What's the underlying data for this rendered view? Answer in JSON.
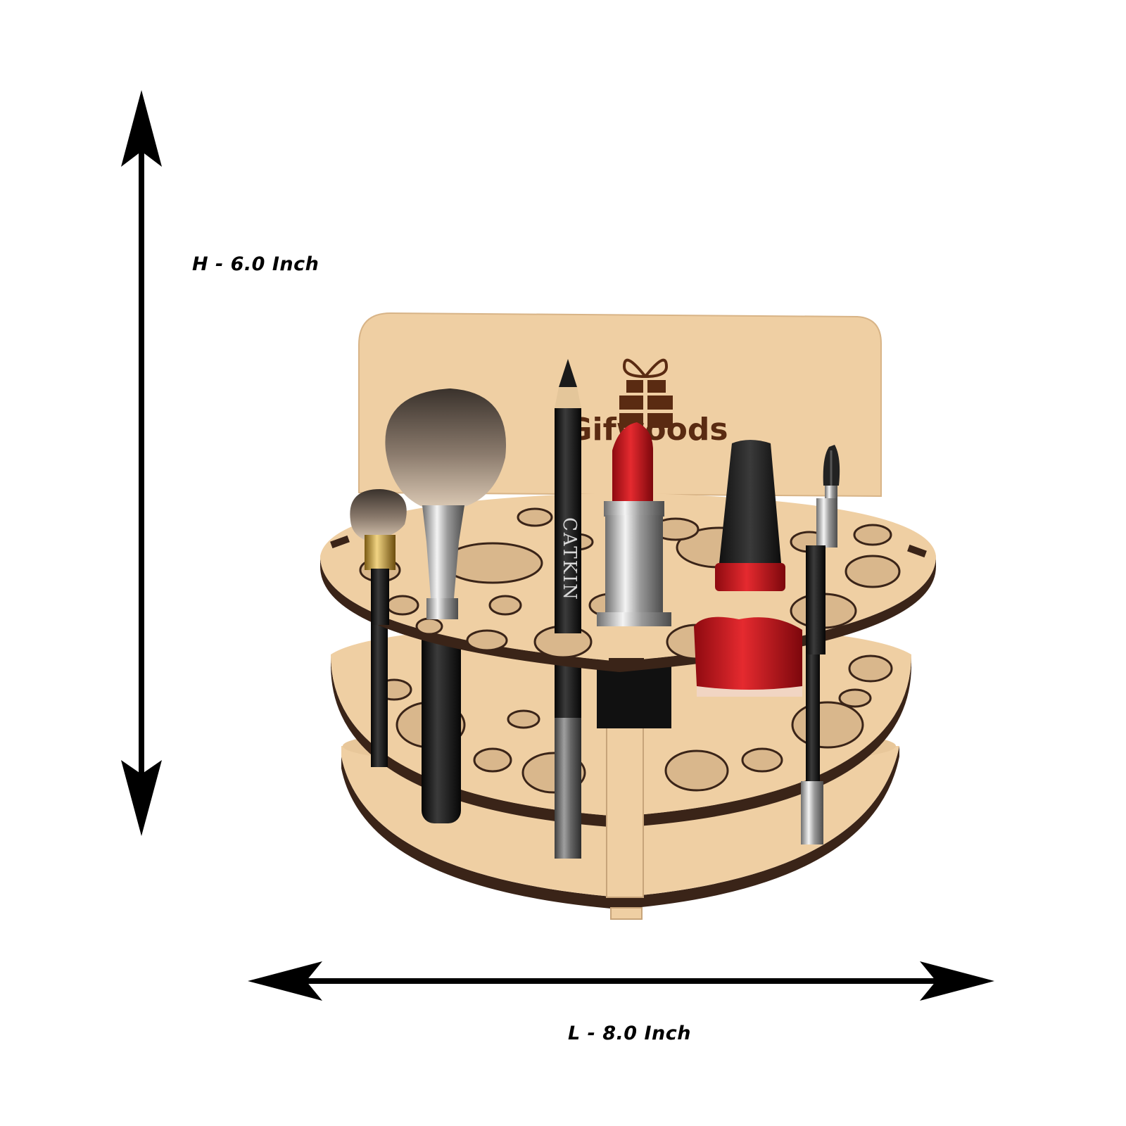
{
  "dimensions": {
    "height_label": "H - 6.0 Inch",
    "length_label": "L - 8.0 Inch"
  },
  "product": {
    "brand_logo_text": "Gifwoods",
    "pencil_imprint": "CATKIN",
    "items": [
      "small-brush",
      "large-brush",
      "eye-pencil",
      "lipstick",
      "nail-polish",
      "eyebrow-brush"
    ]
  },
  "colors": {
    "wood": "#efcfa3",
    "wood_edge": "#3a2418",
    "lipstick_red": "#d0141c",
    "arrow": "#000000"
  }
}
